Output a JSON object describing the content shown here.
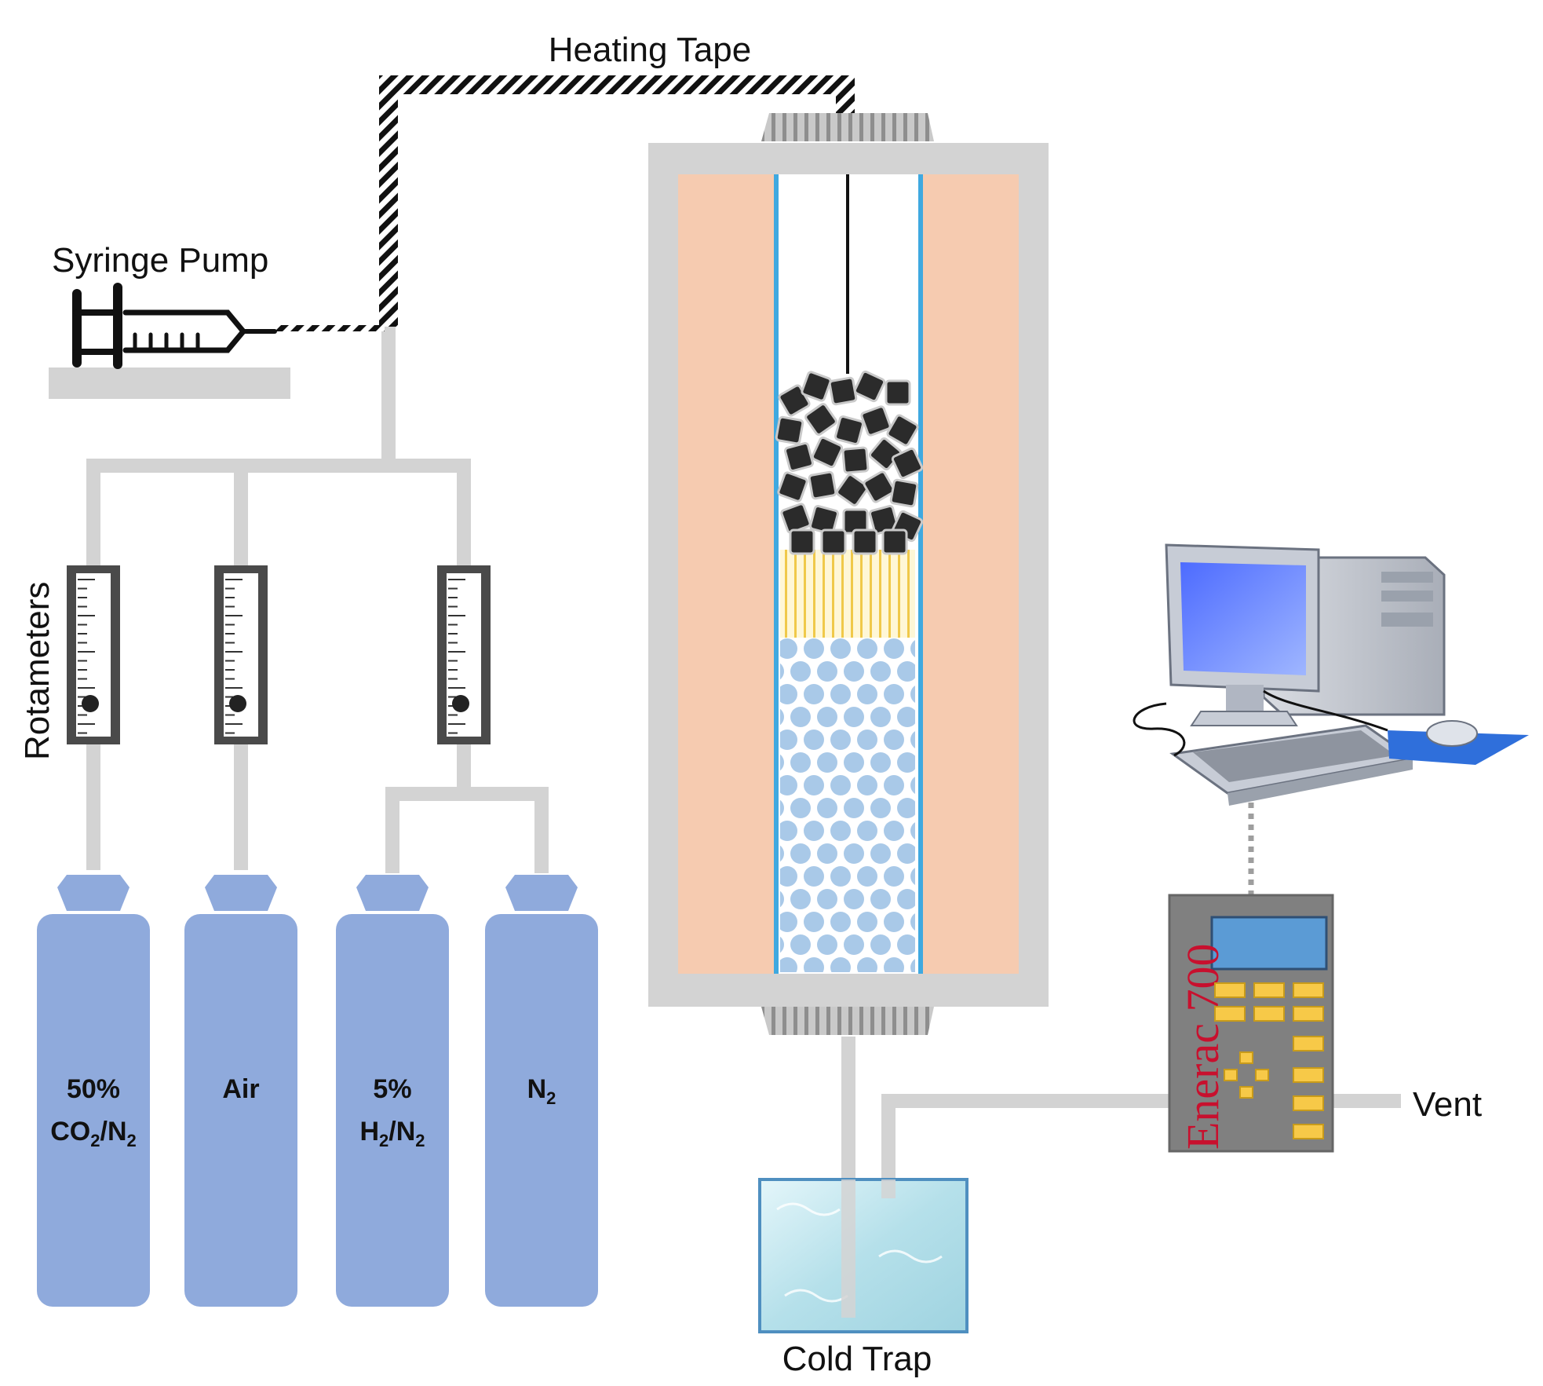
{
  "labels": {
    "heating_tape": "Heating Tape",
    "syringe_pump": "Syringe Pump",
    "rotameters": "Rotameters",
    "vent": "Vent",
    "cold_trap": "Cold Trap",
    "analyzer_brand": "Enerac 700"
  },
  "cylinders": [
    {
      "line1": "50%",
      "line2_main": "CO",
      "line2_sub": "2",
      "line2_rest": "/N",
      "line2_sub2": "2"
    },
    {
      "line1": "Air"
    },
    {
      "line1": "5%",
      "line2_main": "H",
      "line2_sub": "2",
      "line2_rest": "/N",
      "line2_sub2": "2"
    },
    {
      "line1": "N",
      "line1_sub": "2"
    }
  ],
  "colors": {
    "pipe": "#d3d3d3",
    "cylinder": "#8faadc",
    "furnace_insulation": "#f6cbb0",
    "reactor_wall": "#3fa9e0",
    "catalyst_bed": "#2b2b2b",
    "quartz_wool": "#f5d66b",
    "packing_beads": "#a9c9e8",
    "cold_trap_water": "#bfe6ef",
    "analyzer_body": "#808080",
    "analyzer_screen": "#5b9bd5",
    "analyzer_keys": "#f7c948",
    "analyzer_text": "#c8102e"
  }
}
